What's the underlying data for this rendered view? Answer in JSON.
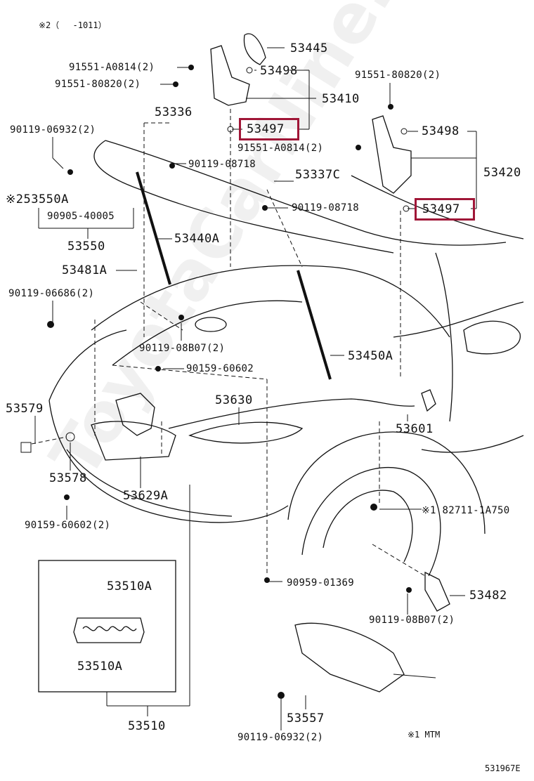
{
  "header_note": "※2（　 -1011）",
  "watermark": "ToyotaCarNine.ru",
  "image_code": "531967E",
  "footnote": "※1  MTM",
  "parts": {
    "p53445": "53445",
    "p53498_top": "53498",
    "p91551_a0814_top": "91551-A0814(2)",
    "p91551_80820_left": "91551-80820(2)",
    "p53410": "53410",
    "p53336": "53336",
    "p53497_left": "53497",
    "p91551_80820_right": "91551-80820(2)",
    "p53498_right": "53498",
    "p90119_06932_top": "90119-06932(2)",
    "p91551_a0814_mid": "91551-A0814(2)",
    "p53420": "53420",
    "p90119_08718_a": "90119-08718",
    "p53337c": "53337C",
    "p53550a": "※253550A",
    "p90119_08718_b": "90119-08718",
    "p53497_right": "53497",
    "p90905_40005": "90905-40005",
    "p53440a": "53440A",
    "p53550": "53550",
    "p53481a": "53481A",
    "p90119_06686": "90119-06686(2)",
    "p90119_08b07_a": "90119-08B07(2)",
    "p53450a": "53450A",
    "p90159_60602_a": "90159-60602",
    "p53630": "53630",
    "p53579": "53579",
    "p53601": "53601",
    "p53578": "53578",
    "p53629a": "53629A",
    "p82711": "※1 82711-1A750",
    "p90159_60602_b": "90159-60602(2)",
    "p90959_01369": "90959-01369",
    "p53510a_top": "53510A",
    "p53482": "53482",
    "p90119_08b07_b": "90119-08B07(2)",
    "p53510a_bot": "53510A",
    "p53557": "53557",
    "p53510": "53510",
    "p90119_06932_bot": "90119-06932(2)"
  }
}
